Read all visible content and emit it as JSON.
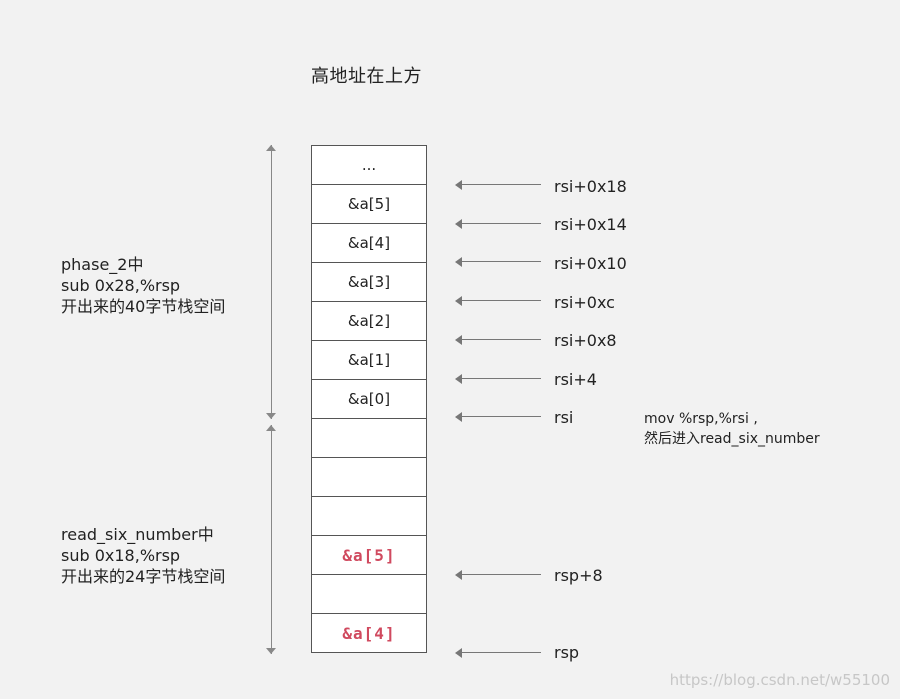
{
  "title": "高地址在上方",
  "stack_cells": [
    {
      "text": "...",
      "style": "normal"
    },
    {
      "text": "&a[5]",
      "style": "normal"
    },
    {
      "text": "&a[4]",
      "style": "normal"
    },
    {
      "text": "&a[3]",
      "style": "normal"
    },
    {
      "text": "&a[2]",
      "style": "normal"
    },
    {
      "text": "&a[1]",
      "style": "normal"
    },
    {
      "text": "&a[0]",
      "style": "normal"
    },
    {
      "text": "",
      "style": "normal"
    },
    {
      "text": "",
      "style": "normal"
    },
    {
      "text": "",
      "style": "normal"
    },
    {
      "text": "&a[5]",
      "style": "highlight"
    },
    {
      "text": "",
      "style": "normal"
    },
    {
      "text": "&a[4]",
      "style": "highlight"
    }
  ],
  "pointers": [
    {
      "label": "rsi+0x18"
    },
    {
      "label": "rsi+0x14"
    },
    {
      "label": "rsi+0x10"
    },
    {
      "label": "rsi+0xc"
    },
    {
      "label": "rsi+0x8"
    },
    {
      "label": "rsi+4"
    },
    {
      "label": "rsi"
    },
    {
      "label": "rsp+8"
    },
    {
      "label": "rsp"
    }
  ],
  "phase2_annotation": {
    "line1": "phase_2中",
    "line2": "sub 0x28,%rsp",
    "line3": "开出来的40字节栈空间"
  },
  "read_six_annotation": {
    "line1": "read_six_number中",
    "line2": "sub 0x18,%rsp",
    "line3": "开出来的24字节栈空间"
  },
  "note": {
    "line1": "mov %rsp,%rsi ,",
    "line2": "然后进入read_six_number"
  },
  "watermark": "https://blog.csdn.net/w55100",
  "colors": {
    "background": "#f2f2f2",
    "highlight_text": "#d04a5f",
    "arrow": "#777777",
    "border": "#555555"
  }
}
